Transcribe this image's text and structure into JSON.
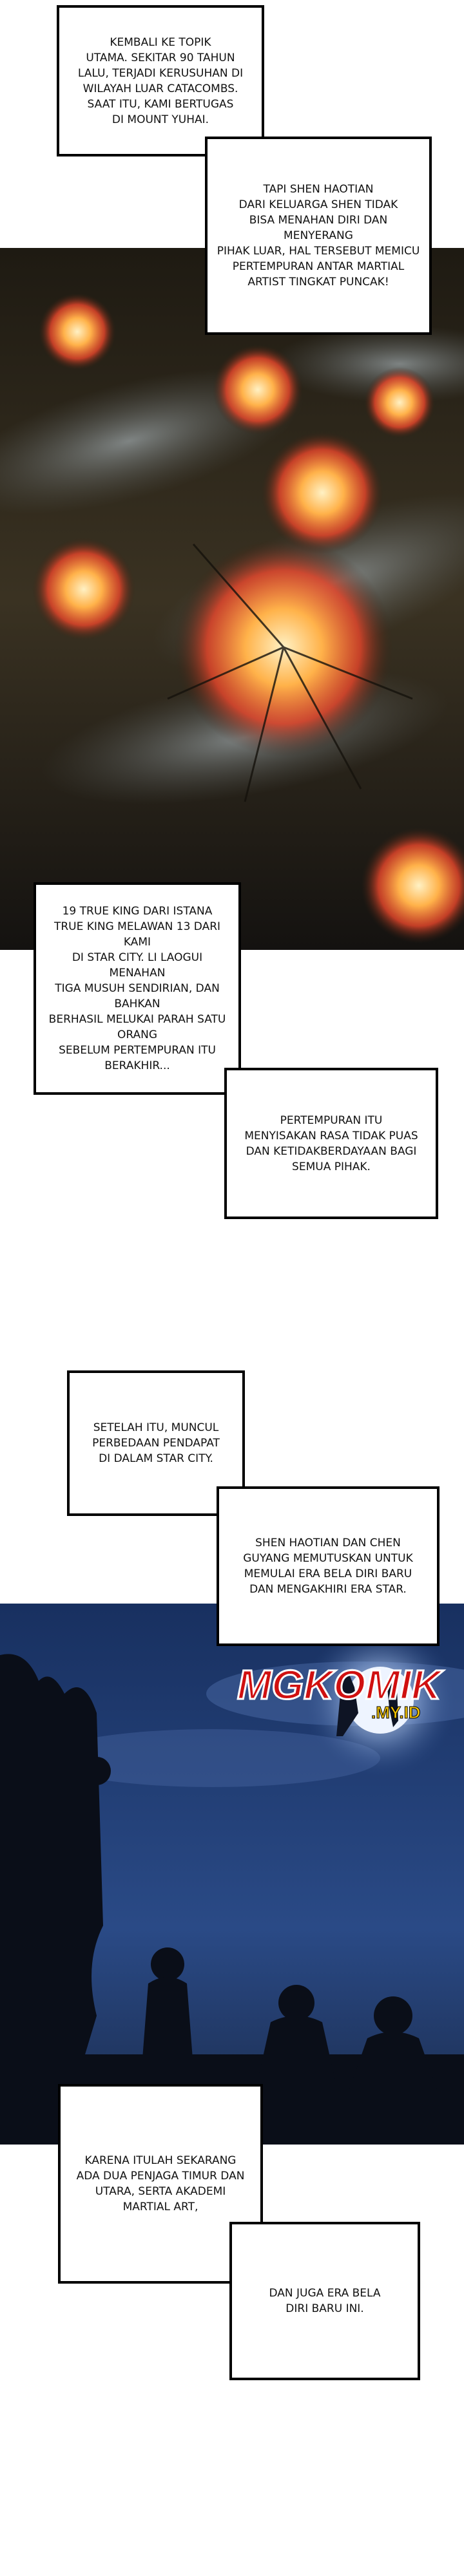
{
  "captions": {
    "c1": "KEMBALI KE TOPIK\nUTAMA. SEKITAR 90 TAHUN\nLALU, TERJADI KERUSUHAN DI\nWILAYAH LUAR CATACOMBS.\nSAAT ITU, KAMI BERTUGAS\nDI MOUNT YUHAI.",
    "c2": "TAPI SHEN HAOTIAN\nDARI KELUARGA SHEN TIDAK\nBISA MENAHAN DIRI DAN MENYERANG\nPIHAK LUAR, HAL TERSEBUT MEMICU\nPERTEMPURAN ANTAR MARTIAL\nARTIST TINGKAT PUNCAK!",
    "c3": "19 TRUE KING DARI ISTANA\nTRUE KING MELAWAN 13 DARI KAMI\nDI STAR CITY. LI LAOGUI MENAHAN\nTIGA MUSUH SENDIRIAN, DAN BAHKAN\nBERHASIL MELUKAI PARAH SATU ORANG\nSEBELUM PERTEMPURAN ITU\nBERAKHIR...",
    "c4": "PERTEMPURAN ITU\nMENYISAKAN RASA TIDAK PUAS\nDAN KETIDAKBERDAYAAN BAGI\nSEMUA PIHAK.",
    "c5": "SETELAH ITU, MUNCUL\nPERBEDAAN PENDAPAT\nDI DALAM STAR CITY.",
    "c6": "SHEN HAOTIAN DAN CHEN\nGUYANG MEMUTUSKAN UNTUK\nMEMULAI ERA BELA DIRI BARU\nDAN MENGAKHIRI ERA STAR.",
    "c7": "KARENA ITULAH SEKARANG\nADA DUA PENJAGA TIMUR DAN\nUTARA, SERTA AKADEMI\nMARTIAL ART,",
    "c8": "DAN JUGA ERA BELA\nDIRI BARU INI."
  },
  "watermark": {
    "brand": "MGKOMIK",
    "suffix": ".MY.ID"
  },
  "colors": {
    "explosion_bg": "#2a2418",
    "fire": "#ff7a2e",
    "night_sky": "#2a4a86",
    "moon": "#eef4ff",
    "logo_red": "#d01010"
  }
}
